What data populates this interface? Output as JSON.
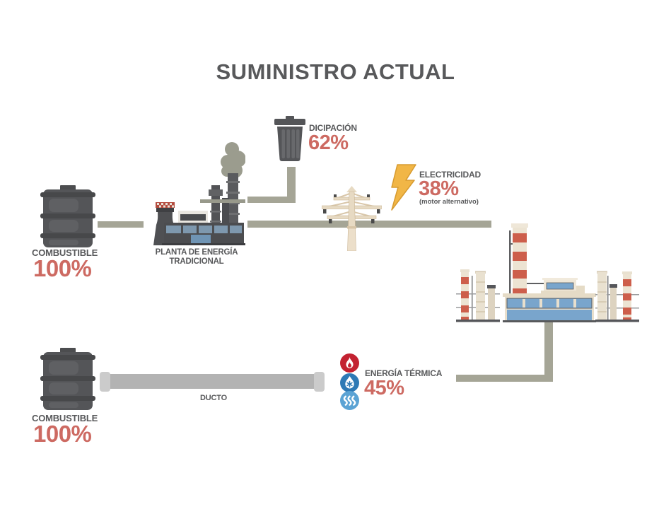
{
  "title": "SUMINISTRO ACTUAL",
  "colors": {
    "text_dark": "#58595b",
    "accent_red": "#cd6a62",
    "connector": "#a5a596",
    "pipe_gray": "#b3b3b3",
    "pipe_flange": "#cbcbcb",
    "lightning_yellow": "#f1b646",
    "thermal_flame_red": "#c32231",
    "thermal_droplet_blue": "#2d79b5",
    "thermal_steam_blue": "#5ba3d4",
    "factory_stripe_red": "#cd5e4b",
    "factory_wall_cream": "#e8dfcd",
    "window_blue": "#79a5cc"
  },
  "nodes": {
    "fuel_top": {
      "label": "COMBUSTIBLE",
      "value": "100%"
    },
    "plant": {
      "label_line1": "PLANTA DE ENERGÍA",
      "label_line2": "TRADICIONAL"
    },
    "dissipation": {
      "label": "DICIPACIÓN",
      "value": "62%"
    },
    "electricity": {
      "label": "ELECTRICIDAD",
      "value": "38%",
      "sublabel": "(motor alternativo)"
    },
    "thermal": {
      "label": "ENERGÍA TÉRMICA",
      "value": "45%"
    },
    "fuel_bottom": {
      "label": "COMBUSTIBLE",
      "value": "100%"
    },
    "duct": {
      "label": "DUCTO"
    }
  },
  "icons": {
    "fuel": "oil-barrel-icon",
    "plant": "power-plant-icon",
    "dissipation": "trash-can-icon",
    "electricity_source": "transmission-tower-icon",
    "electricity": "lightning-bolt-icon",
    "factory": "factory-icon",
    "duct": "pipe-icon",
    "thermal": [
      "flame-icon",
      "droplet-icon",
      "steam-icon"
    ]
  }
}
